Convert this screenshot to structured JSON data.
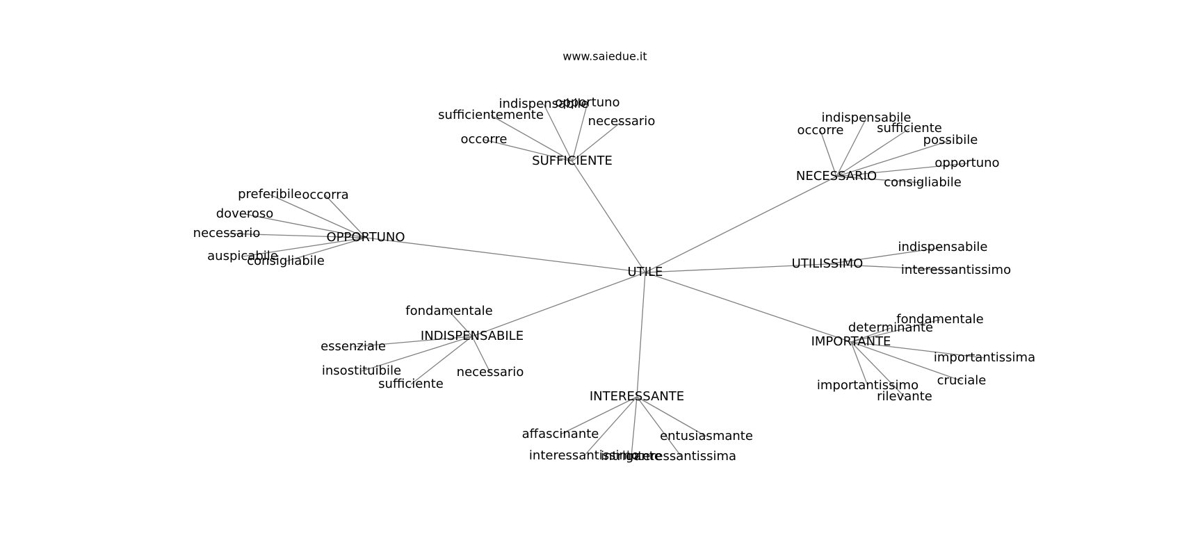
{
  "title": "www.saiedue.it",
  "colors": {
    "edge": "#808080",
    "text": "#000000",
    "background": "#ffffff"
  },
  "center": {
    "id": "UTILE",
    "label": "UTILE"
  },
  "hubs": [
    {
      "id": "SUFFICIENTE",
      "label": "SUFFICIENTE",
      "leaves": [
        "indispensabile",
        "opportuno",
        "sufficientemente",
        "necessario",
        "occorre"
      ]
    },
    {
      "id": "NECESSARIO",
      "label": "NECESSARIO",
      "leaves": [
        "indispensabile",
        "occorre",
        "sufficiente",
        "possibile",
        "opportuno",
        "consigliabile"
      ]
    },
    {
      "id": "OPPORTUNO",
      "label": "OPPORTUNO",
      "leaves": [
        "preferibile",
        "occorra",
        "doveroso",
        "necessario",
        "auspicabile",
        "consigliabile"
      ]
    },
    {
      "id": "UTILISSIMO",
      "label": "UTILISSIMO",
      "leaves": [
        "indispensabile",
        "interessantissimo"
      ]
    },
    {
      "id": "INDISPENSABILE",
      "label": "INDISPENSABILE",
      "leaves": [
        "fondamentale",
        "essenziale",
        "insostituibile",
        "sufficiente",
        "necessario"
      ]
    },
    {
      "id": "IMPORTANTE",
      "label": "IMPORTANTE",
      "leaves": [
        "fondamentale",
        "determinante",
        "importantissima",
        "cruciale",
        "importantissimo",
        "rilevante"
      ]
    },
    {
      "id": "INTERESSANTE",
      "label": "INTERESSANTE",
      "leaves": [
        "affascinante",
        "entusiasmante",
        "interessantissimo",
        "intrigante",
        "interessantissima"
      ]
    }
  ]
}
